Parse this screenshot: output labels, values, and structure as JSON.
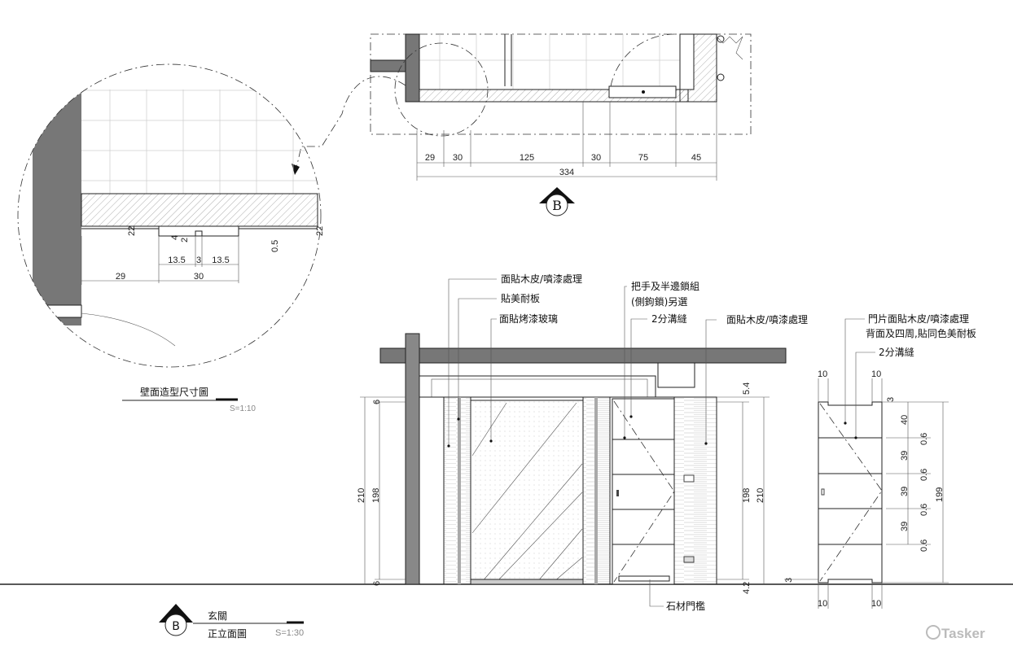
{
  "plan": {
    "dims": [
      "29",
      "30",
      "125",
      "30",
      "75",
      "45"
    ],
    "total": "334",
    "marker": "B"
  },
  "detail": {
    "dims": {
      "a": "22",
      "b": "4",
      "c": "2",
      "d": "0.5",
      "e": "22",
      "f": "13.5",
      "g": "3",
      "h": "13.5",
      "i": "29",
      "j": "30"
    },
    "title": "壁面造型尺寸圖",
    "scale": "S=1:10"
  },
  "elevation": {
    "callouts": {
      "c1": "面貼木皮/噴漆處理",
      "c2": "貼美耐板",
      "c3": "面貼烤漆玻璃",
      "c4": "把手及半邊鎖組",
      "c5": "(側鉤鎖)另選",
      "c6": "2分溝縫",
      "c7": "面貼木皮/噴漆處理",
      "c8": "石材門檻"
    },
    "dims": {
      "l210": "210",
      "l198": "198",
      "lt": "6",
      "lb": "6",
      "r198": "198",
      "r210": "210",
      "rt": "5.4",
      "rb": "4.2"
    },
    "title_marker": "B",
    "title1": "玄關",
    "title2": "正立面圖",
    "scale": "S=1:30"
  },
  "door_detail": {
    "callouts": {
      "c1": "門片面貼木皮/噴漆處理",
      "c2": "背面及四周,貼同色美耐板",
      "c3": "2分溝縫"
    },
    "dims": {
      "t1": "10",
      "t2": "10",
      "b1": "10",
      "b2": "10",
      "top": "3",
      "bot": "3",
      "h1": "40",
      "h2": "39",
      "h3": "39",
      "h4": "39",
      "g1": "0.6",
      "g2": "0.6",
      "g3": "0.6",
      "g4": "0.6",
      "total": "199"
    }
  },
  "watermark": "Tasker"
}
